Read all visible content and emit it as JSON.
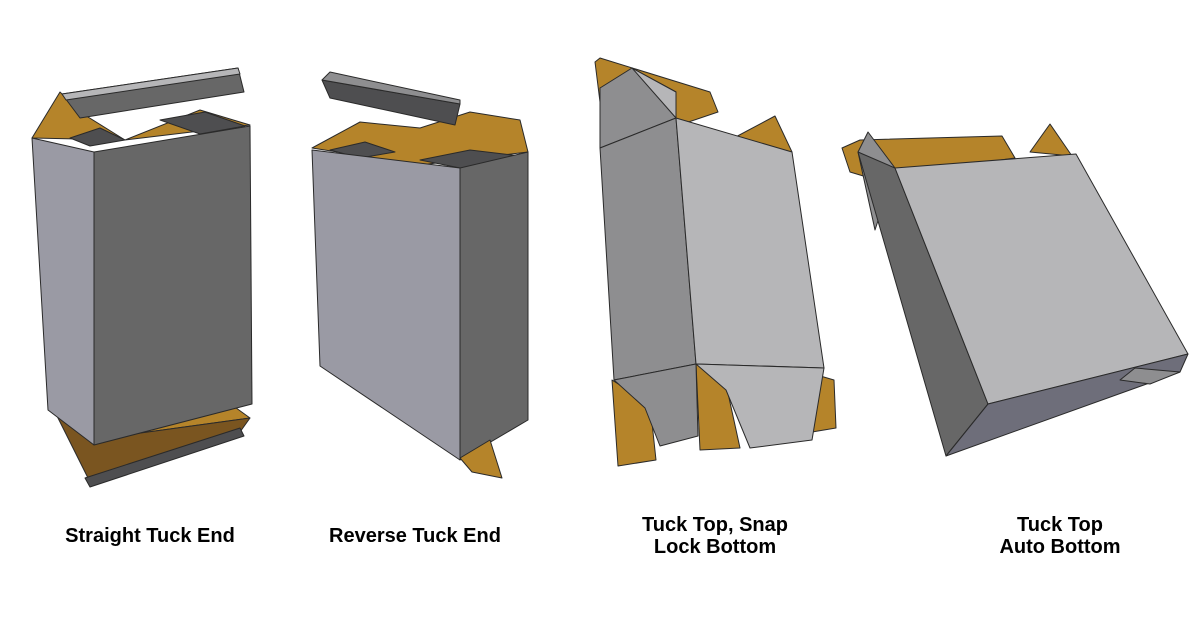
{
  "colors": {
    "front_face": "#9a9aa4",
    "side_face": "#676767",
    "dark_flap": "#4e4e50",
    "kraft": "#b5842a",
    "kraft_dark": "#7a5520",
    "light_face": "#b6b6b8",
    "mid_face": "#8e8e90",
    "edge": "#2a2a2a"
  },
  "boxes": [
    {
      "name": "straight-tuck-end",
      "caption_lines": [
        "Straight Tuck End"
      ]
    },
    {
      "name": "reverse-tuck-end",
      "caption_lines": [
        "Reverse Tuck End"
      ]
    },
    {
      "name": "tuck-top-snap-lock-bottom",
      "caption_lines": [
        "Tuck Top, Snap",
        "Lock Bottom"
      ]
    },
    {
      "name": "tuck-top-auto-bottom",
      "caption_lines": [
        "Tuck Top",
        "Auto Bottom"
      ]
    }
  ]
}
